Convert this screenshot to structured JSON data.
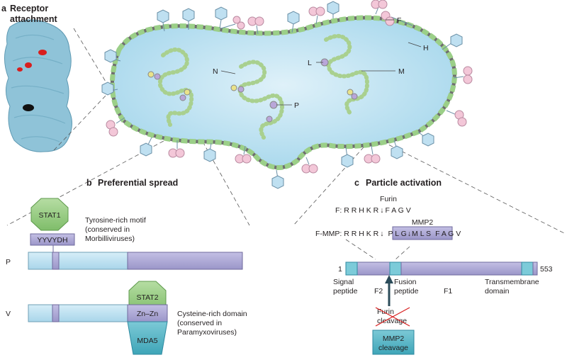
{
  "panel_a": {
    "letter": "a",
    "title_line1": "Receptor",
    "title_line2": "attachment"
  },
  "virion": {
    "labels": {
      "F": "F",
      "H": "H",
      "N": "N",
      "L": "L",
      "M": "M",
      "P": "P"
    }
  },
  "panel_b": {
    "letter": "b",
    "title": "Preferential spread",
    "stat1": "STAT1",
    "motif_seq": "YYVYDH",
    "motif_line1": "Tyrosine-rich motif",
    "motif_line2": "(conserved in",
    "motif_line3": "Morbilliviruses)",
    "row_p": "P",
    "row_v": "V",
    "stat2": "STAT2",
    "znzn": "Zn–Zn",
    "mda5": "MDA5",
    "cys_line1": "Cysteine-rich domain",
    "cys_line2": "(conserved in",
    "cys_line3": "Paramyxoviruses)"
  },
  "panel_c": {
    "letter": "c",
    "title": "Particle activation",
    "furin": "Furin",
    "f_prefix": "F: ",
    "f_seq1": "R R H K R",
    "arrow": "↓",
    "f_seq2": "F A G V",
    "mmp2": "MMP2",
    "fmmp_prefix": "F-MMP: ",
    "fmmp_seq1": "R R H K R",
    "fmmp_box1": "P L G",
    "fmmp_box2": "M L S",
    "fmmp_seq2": "F A G V",
    "start": "1",
    "end": "553",
    "signal_line1": "Signal",
    "signal_line2": "peptide",
    "f2": "F2",
    "fusion_line1": "Fusion",
    "fusion_line2": "peptide",
    "f1": "F1",
    "tm_line1": "Transmembrane",
    "tm_line2": "domain",
    "furin_cleave1": "Furin",
    "furin_cleave2": "cleavage",
    "mmp2_cleave1": "MMP2",
    "mmp2_cleave2": "cleavage"
  },
  "colors": {
    "lavender": "#a9a4d3",
    "lightblue": "#bfe3f1",
    "green": "#8cc47a",
    "teal": "#5cb8c9",
    "pink": "#f3c7d8",
    "red": "#d81e1e",
    "darkteal": "#2c4c5a"
  }
}
